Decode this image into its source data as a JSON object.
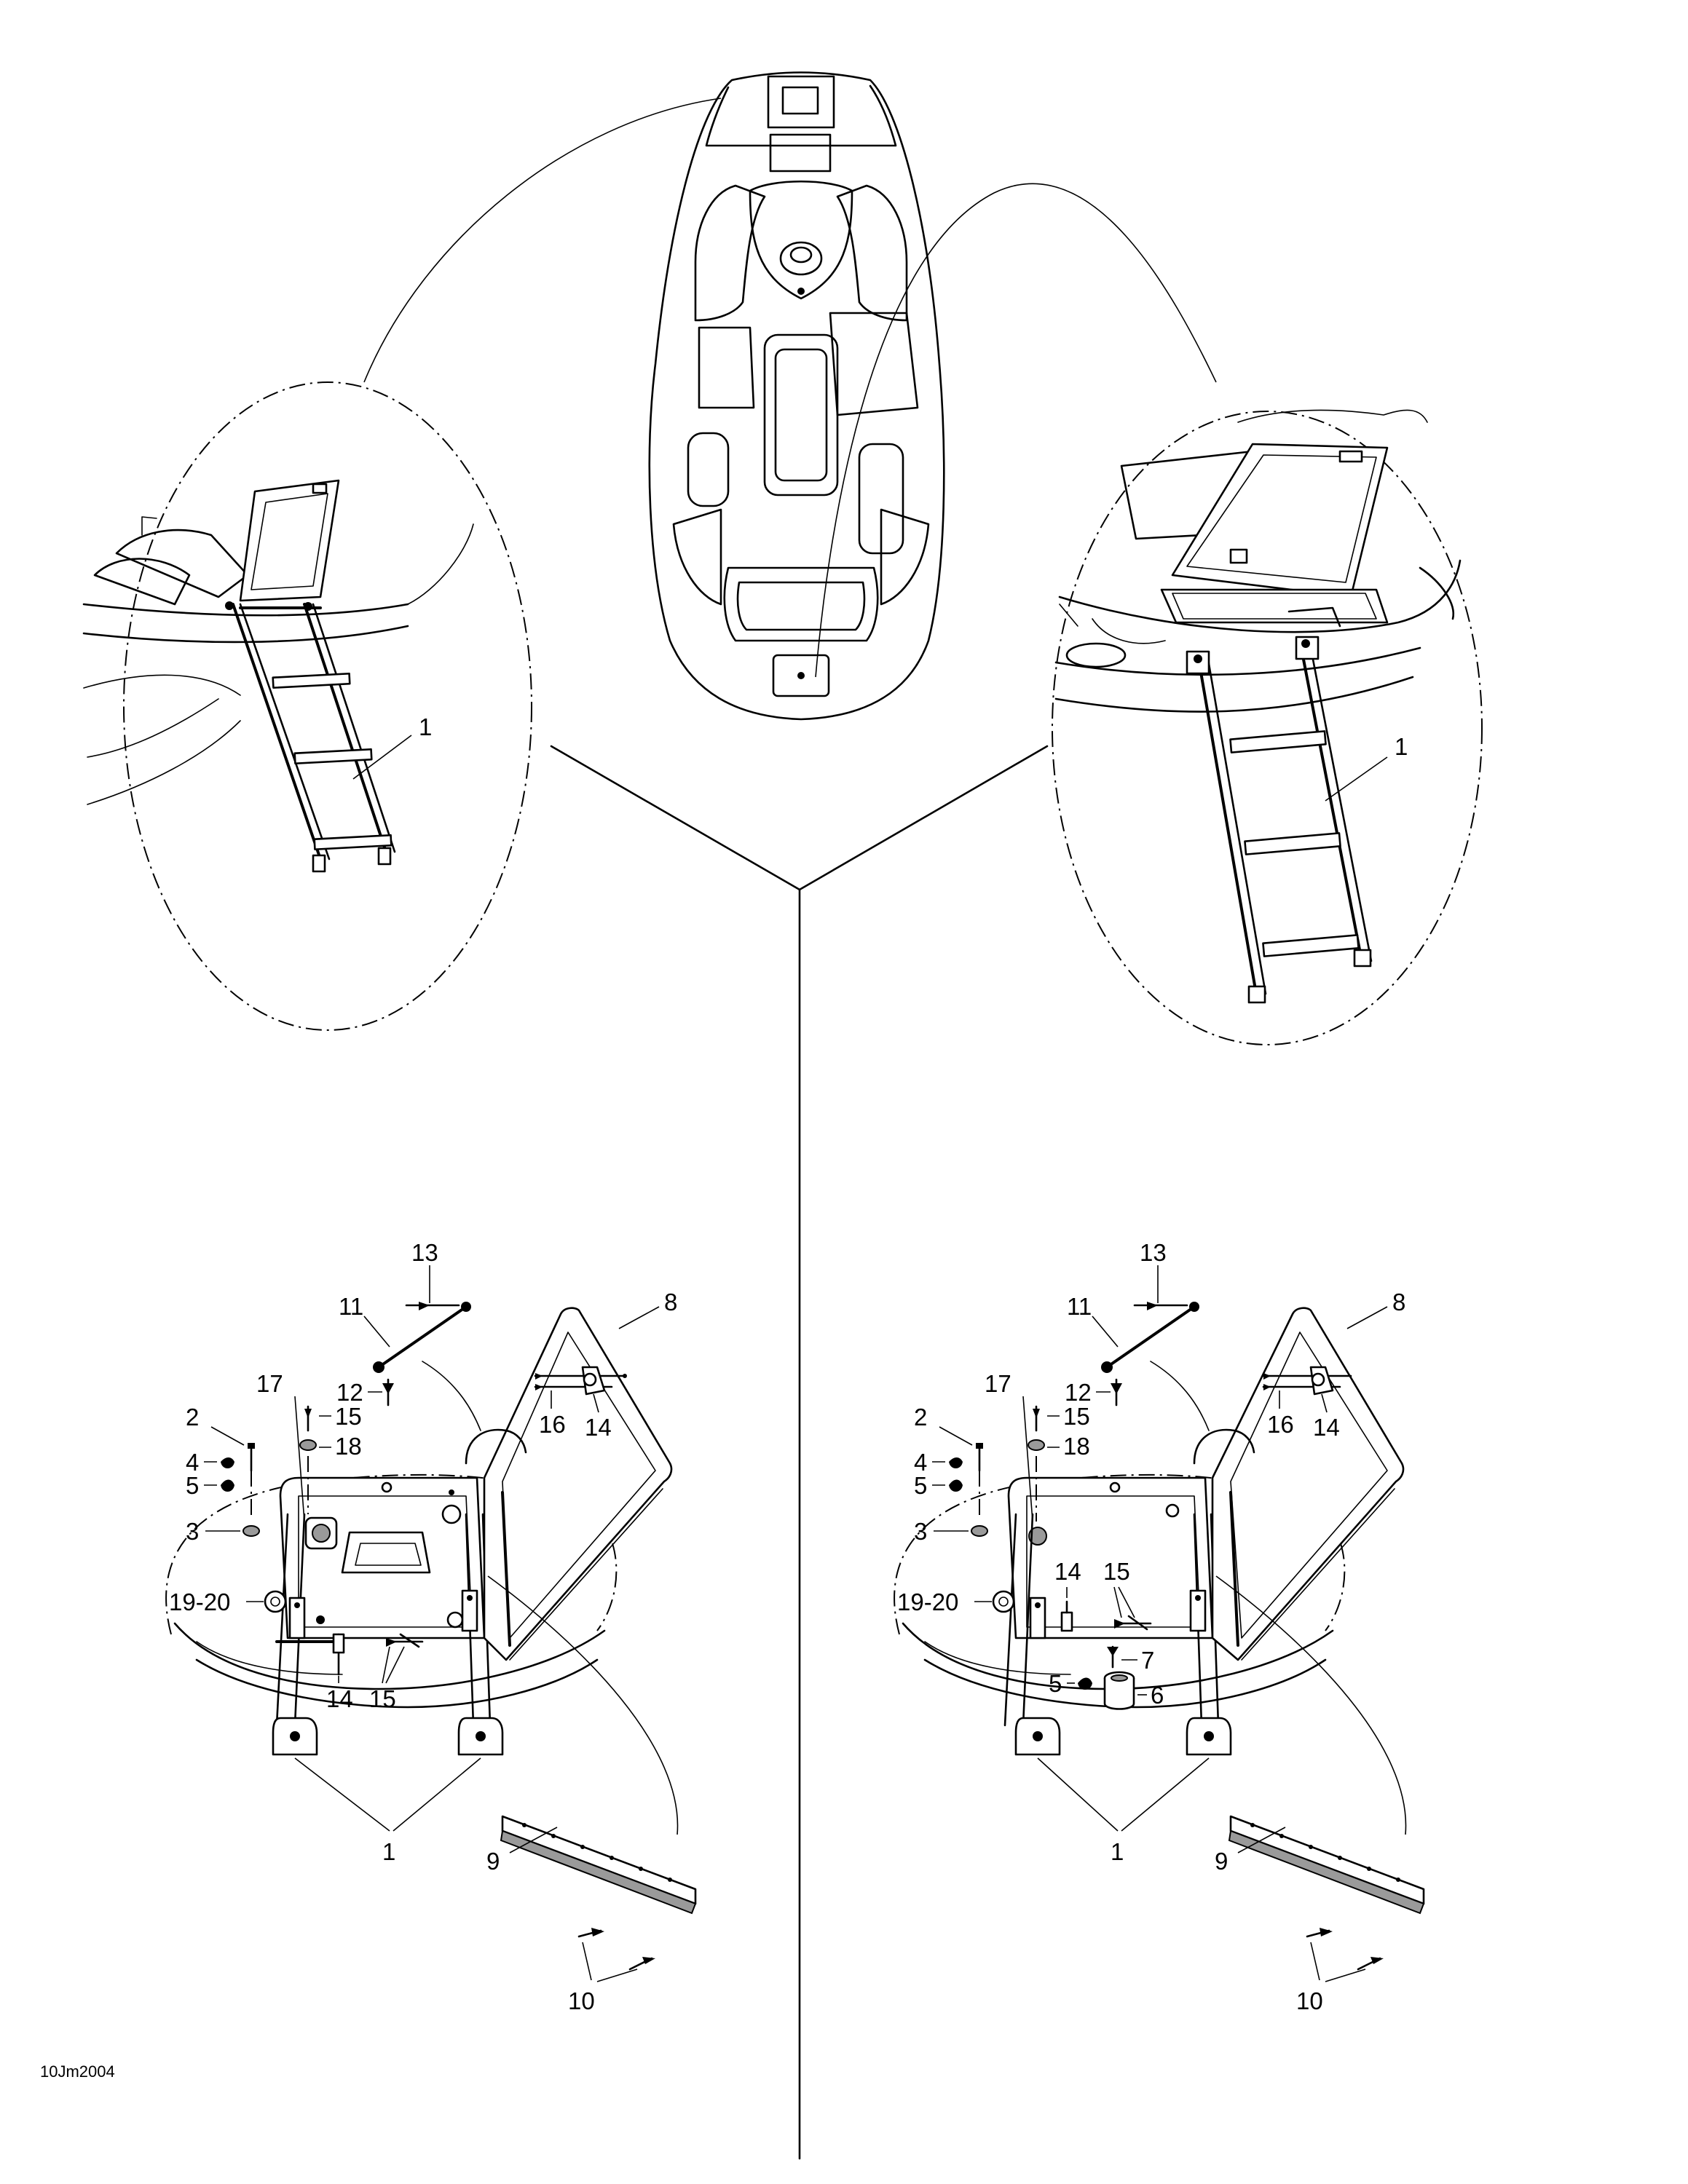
{
  "drawing_code": "10Jm2004",
  "callouts": {
    "left_ladder": [
      "1"
    ],
    "right_ladder": [
      "1"
    ],
    "left_assembly": [
      "13",
      "11",
      "12",
      "15",
      "2",
      "17",
      "18",
      "4",
      "5",
      "3",
      "16",
      "14",
      "8",
      "19-20",
      "14",
      "15",
      "1",
      "9",
      "10"
    ],
    "right_assembly": [
      "13",
      "11",
      "12",
      "15",
      "2",
      "17",
      "18",
      "4",
      "5",
      "3",
      "16",
      "14",
      "8",
      "19-20",
      "14",
      "15",
      "7",
      "5",
      "6",
      "1",
      "9",
      "10"
    ]
  },
  "icons": [
    "boat-deck-view-icon",
    "boarding-ladder-icon",
    "hatch-assembly-icon",
    "hinge-icon"
  ]
}
